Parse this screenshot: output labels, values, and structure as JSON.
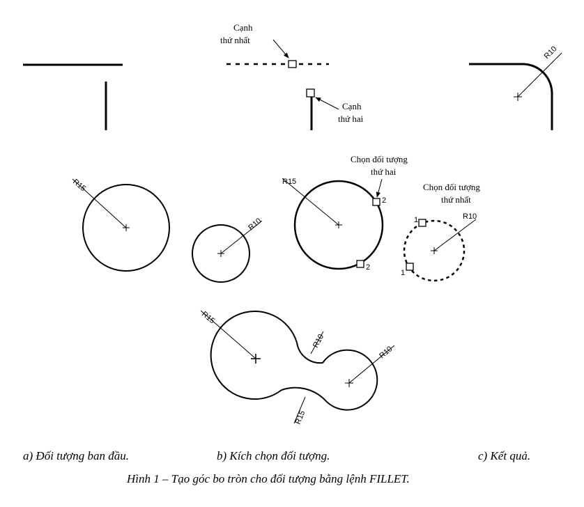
{
  "labels": {
    "edge1_line1": "Cạnh",
    "edge1_line2": "thứ nhất",
    "edge2_line1": "Cạnh",
    "edge2_line2": "thứ hai",
    "pick2_line1": "Chọn đối tượng",
    "pick2_line2": "thứ hai",
    "pick1_line1": "Chọn đối tượng",
    "pick1_line2": "thứ nhất",
    "pick_num_1": "1",
    "pick_num_2": "2"
  },
  "dimensions": {
    "r10": "R10",
    "r15": "R15"
  },
  "captions": {
    "a": "a) Đối tượng ban đầu.",
    "b": "b) Kích chọn đối tượng.",
    "c": "c) Kết quả.",
    "figure": "Hình 1 – Tạo góc bo tròn cho đối tượng bằng lệnh FILLET."
  }
}
